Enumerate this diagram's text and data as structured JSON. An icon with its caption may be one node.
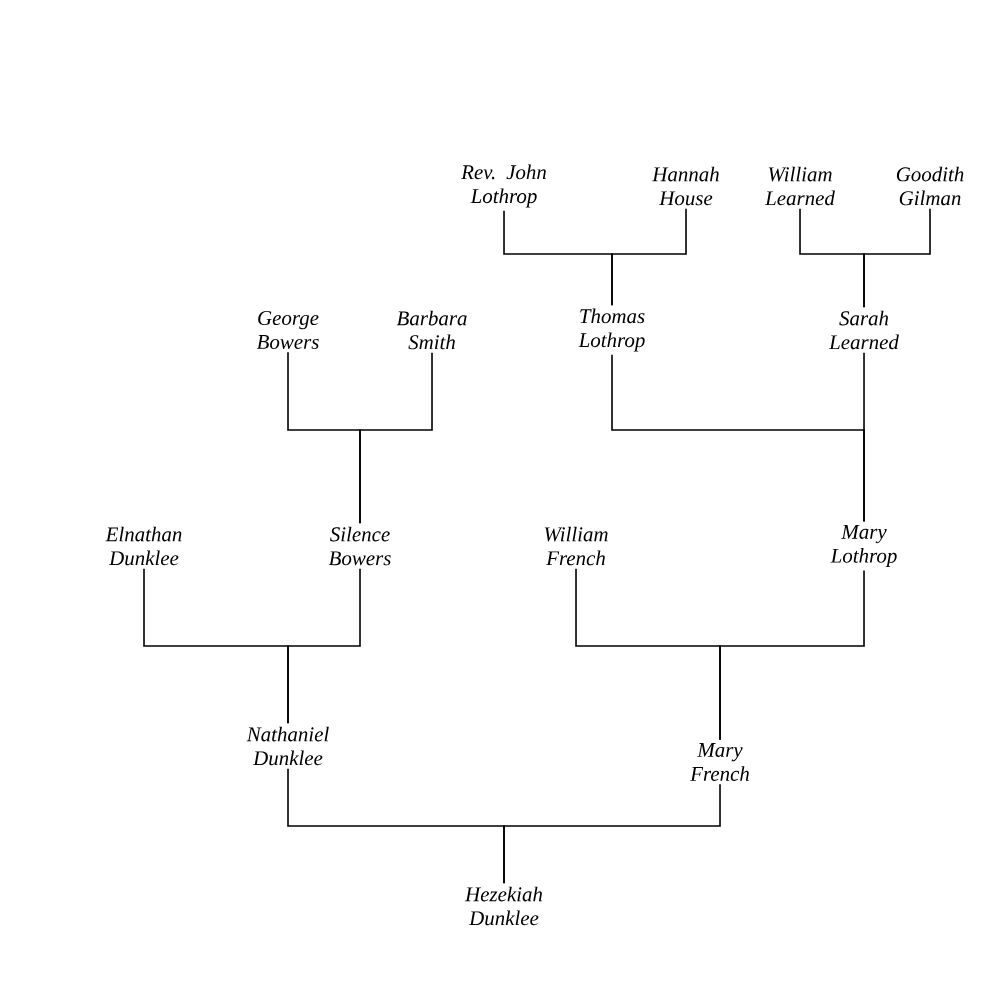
{
  "diagram": {
    "nodes": [
      {
        "text": [
          "Rev. John Lothrop"
        ]
      },
      {
        "text": [
          "Hannah House"
        ]
      },
      {
        "text": [
          "William Learned"
        ]
      },
      {
        "text": [
          "Goodith Gilman"
        ]
      },
      {
        "text": [
          "George Bowers"
        ]
      },
      {
        "text": [
          "Barbara Smith"
        ]
      },
      {
        "text": [
          "Thomas Lothrop"
        ]
      },
      {
        "text": [
          "Sarah Learned"
        ]
      },
      {
        "text": [
          "Elnathan Dunklee"
        ]
      },
      {
        "text": [
          "Silence Bowers"
        ]
      },
      {
        "text": [
          "William French"
        ]
      },
      {
        "text": [
          "Mary Lothrop"
        ]
      },
      {
        "text": [
          "Nathaniel Dunklee"
        ]
      },
      {
        "text": [
          "Mary French"
        ]
      },
      {
        "text": [
          "Hezekiah Dunklee"
        ]
      }
    ],
    "edges": [
      {
        "from": 0,
        "to": 6,
        "arrow": "none"
      },
      {
        "from": 1,
        "to": 6,
        "arrow": "none"
      },
      {
        "from": 2,
        "to": 7,
        "arrow": "none"
      },
      {
        "from": 3,
        "to": 7,
        "arrow": "none"
      },
      {
        "from": 4,
        "to": 9,
        "arrow": "none"
      },
      {
        "from": 5,
        "to": 9,
        "arrow": "none"
      },
      {
        "from": 6,
        "to": 11,
        "arrow": "none"
      },
      {
        "from": 7,
        "to": 11,
        "arrow": "none"
      },
      {
        "from": 8,
        "to": 12,
        "arrow": "none"
      },
      {
        "from": 9,
        "to": 12,
        "arrow": "none"
      },
      {
        "from": 10,
        "to": 13,
        "arrow": "none"
      },
      {
        "from": 11,
        "to": 13,
        "arrow": "none"
      },
      {
        "from": 12,
        "to": 14,
        "arrow": "none"
      },
      {
        "from": 13,
        "to": 14,
        "arrow": "none"
      }
    ]
  }
}
